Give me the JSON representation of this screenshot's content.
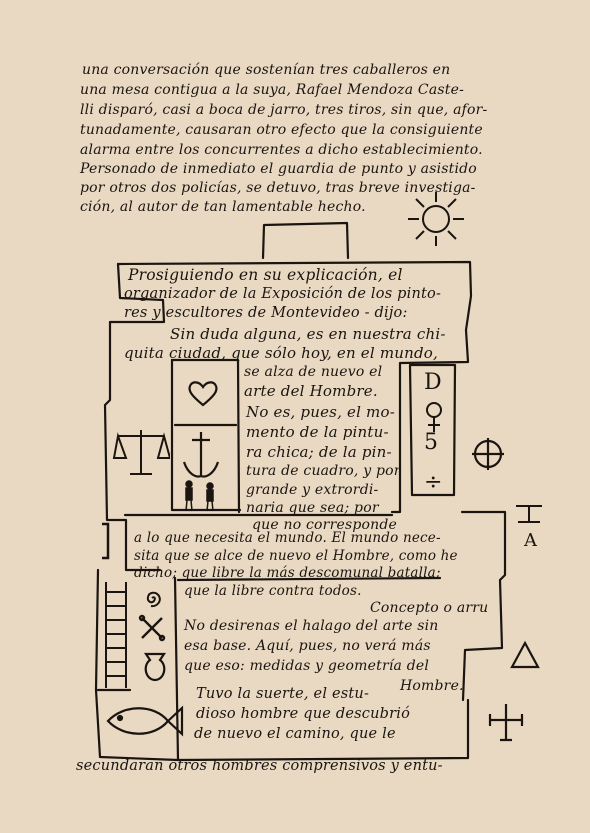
{
  "page": {
    "background": "#ead9c2",
    "ink": "#1a1510"
  },
  "intro_lines": [
    "una conversación que sostenían tres caballeros en",
    "una mesa contigua a la suya, Rafael Mendoza Caste-",
    "lli disparó, casi a boca de jarro, tres tiros, sin que, afor-",
    "tunadamente, causaran otro efecto que la consiguiente",
    "alarma entre los concurrentes a dicho establecimiento.",
    "Personado de inmediato el guardia de punto y asistido",
    "por otros dos policías, se detuvo, tras breve investiga-",
    "ción, al autor de tan lamentable hecho."
  ],
  "body_lines": [
    "Prosiguiendo en su explicación, el",
    "organizador de la Exposición de los pinto-",
    "res y escultores de Montevideo - dijo:",
    "Sin duda alguna, es en nuestra chi-",
    "quita ciudad, que sólo hoy, en el mundo,",
    "se alza de nuevo el",
    "arte del Hombre.",
    "No es, pues, el mo-",
    "mento de la pintu-",
    "ra chica; de la pin-",
    "tura de cuadro, y por",
    "grande y extrordi-",
    "naria que sea; por",
    "que no corresponde",
    "a lo que necesita el mundo. El mundo nece-",
    "sita que se alce de nuevo el Hombre, como he",
    "dicho; que libre la más descomunal batalla;",
    "que la libre contra todos.",
    "Concepto o arru",
    "No desirenas el halago del arte sin",
    "esa base. Aquí, pues, no verá más",
    "que eso: medidas y geometría del",
    "Hombre.",
    "Tuvo la suerte, el estu-",
    "dioso hombre que descubrió",
    "de nuevo el camino, que le",
    "secundaran otros hombres comprensivos y entu-"
  ],
  "side_letters": [
    "D",
    "5",
    "÷"
  ],
  "symbols": [
    "sun-icon",
    "heart-icon",
    "anchor-icon",
    "scale-icon",
    "figures-icon",
    "female-sign-icon",
    "crossed-circle-icon",
    "cross-icon",
    "a-letter-icon",
    "spiral-icon",
    "x-icon",
    "ladder-icon",
    "vase-icon",
    "triangle-icon",
    "fish-icon",
    "tick-marks-icon"
  ],
  "side_glyph_text": {
    "a_letter": "A"
  }
}
